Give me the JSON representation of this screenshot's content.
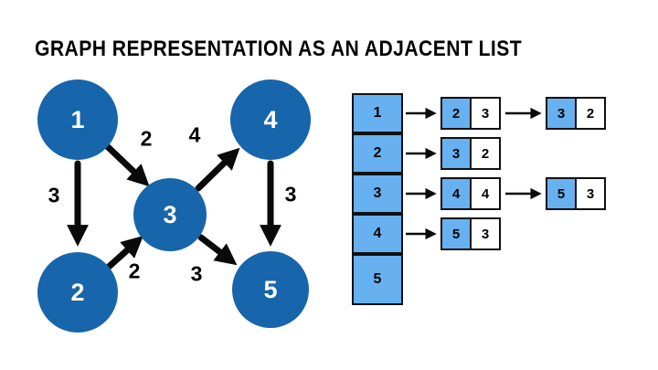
{
  "title": "GRAPH REPRESENTATION AS AN ADJACENT LIST",
  "graph": {
    "nodes": [
      {
        "id": "1"
      },
      {
        "id": "2"
      },
      {
        "id": "3"
      },
      {
        "id": "4"
      },
      {
        "id": "5"
      }
    ],
    "edges": [
      {
        "from": "1",
        "to": "3",
        "weight": "2"
      },
      {
        "from": "1",
        "to": "2",
        "weight": "3"
      },
      {
        "from": "2",
        "to": "3",
        "weight": "2"
      },
      {
        "from": "3",
        "to": "4",
        "weight": "4"
      },
      {
        "from": "4",
        "to": "5",
        "weight": "3"
      },
      {
        "from": "3",
        "to": "5",
        "weight": "3"
      }
    ]
  },
  "adjacency_list": {
    "array": [
      "1",
      "2",
      "3",
      "4",
      "5"
    ],
    "rows": [
      {
        "vertex": "1",
        "entries": [
          {
            "node": "2",
            "weight": "3"
          },
          {
            "node": "3",
            "weight": "2"
          }
        ]
      },
      {
        "vertex": "2",
        "entries": [
          {
            "node": "3",
            "weight": "2"
          }
        ]
      },
      {
        "vertex": "3",
        "entries": [
          {
            "node": "4",
            "weight": "4"
          },
          {
            "node": "5",
            "weight": "3"
          }
        ]
      },
      {
        "vertex": "4",
        "entries": [
          {
            "node": "5",
            "weight": "3"
          }
        ]
      },
      {
        "vertex": "5",
        "entries": []
      }
    ]
  },
  "colors": {
    "node_fill": "#1765ab",
    "cell_fill": "#67b1f1",
    "edge_color": "#0a0a0a"
  }
}
